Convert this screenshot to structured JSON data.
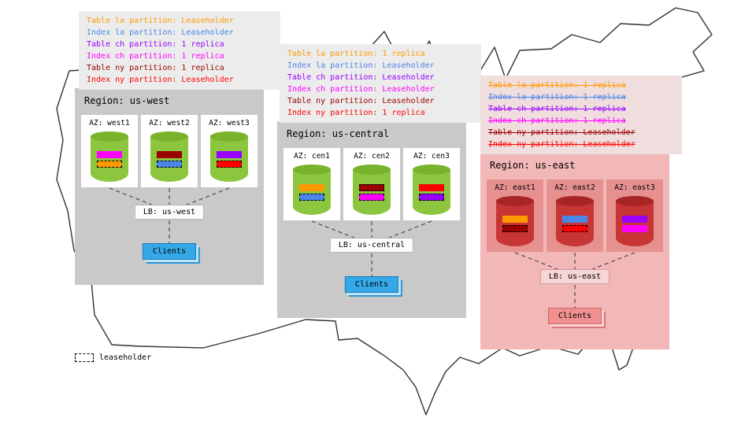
{
  "legend": {
    "label": "leaseholder"
  },
  "colors": {
    "orange": "#ff9900",
    "blue": "#4a86e8",
    "purple": "#9900ff",
    "magenta": "#ff00ff",
    "dark_red": "#990000",
    "red": "#ff0000",
    "west_central_region_bg": "#c9c9c9",
    "east_region_bg": "#f2b7b7",
    "clients_blue": "#35a8e8",
    "clients_pink": "#f09090",
    "cylinder_green": "#8cc63f",
    "cylinder_red": "#c73535"
  },
  "regions": [
    {
      "name": "us-west",
      "title": "Region: us-west",
      "strikethrough": false,
      "annotation_lines": [
        {
          "text": "Table la partition: Leaseholder",
          "color": "#ff9900"
        },
        {
          "text": "Index la partition: Leaseholder",
          "color": "#4a86e8"
        },
        {
          "text": "Table ch partition: 1 replica",
          "color": "#9900ff"
        },
        {
          "text": "Index ch partition: 1 replica",
          "color": "#ff00ff"
        },
        {
          "text": "Table ny partition: 1 replica",
          "color": "#990000"
        },
        {
          "text": "Index ny partition: Leaseholder",
          "color": "#ff0000"
        }
      ],
      "azs": [
        {
          "label": "AZ: west1",
          "bars": [
            {
              "color": "#ff00ff",
              "leaseholder": false
            },
            {
              "color": "#ff9900",
              "leaseholder": true
            }
          ]
        },
        {
          "label": "AZ: west2",
          "bars": [
            {
              "color": "#990000",
              "leaseholder": false
            },
            {
              "color": "#4a86e8",
              "leaseholder": true
            }
          ]
        },
        {
          "label": "AZ: west3",
          "bars": [
            {
              "color": "#9900ff",
              "leaseholder": false
            },
            {
              "color": "#ff0000",
              "leaseholder": true
            }
          ]
        }
      ],
      "lb_label": "LB: us-west",
      "clients_label": "Clients"
    },
    {
      "name": "us-central",
      "title": "Region: us-central",
      "strikethrough": false,
      "annotation_lines": [
        {
          "text": "Table la partition: 1 replica",
          "color": "#ff9900"
        },
        {
          "text": "Index la partition: Leaseholder",
          "color": "#4a86e8"
        },
        {
          "text": "Table ch partition: Leaseholder",
          "color": "#9900ff"
        },
        {
          "text": "Index ch partition: Leaseholder",
          "color": "#ff00ff"
        },
        {
          "text": "Table ny partition: Leaseholder",
          "color": "#990000"
        },
        {
          "text": "Index ny partition: 1 replica",
          "color": "#ff0000"
        }
      ],
      "azs": [
        {
          "label": "AZ: cen1",
          "bars": [
            {
              "color": "#ff9900",
              "leaseholder": false
            },
            {
              "color": "#4a86e8",
              "leaseholder": true
            }
          ]
        },
        {
          "label": "AZ: cen2",
          "bars": [
            {
              "color": "#990000",
              "leaseholder": true
            },
            {
              "color": "#ff00ff",
              "leaseholder": true
            }
          ]
        },
        {
          "label": "AZ: cen3",
          "bars": [
            {
              "color": "#ff0000",
              "leaseholder": false
            },
            {
              "color": "#9900ff",
              "leaseholder": true
            }
          ]
        }
      ],
      "lb_label": "LB: us-central",
      "clients_label": "Clients"
    },
    {
      "name": "us-east",
      "title": "Region: us-east",
      "strikethrough": true,
      "annotation_lines": [
        {
          "text": "Table la partition: 1 replica",
          "color": "#ff9900"
        },
        {
          "text": "Index la partition: 1 replica",
          "color": "#4a86e8"
        },
        {
          "text": "Table ch partition: 1 replica",
          "color": "#9900ff"
        },
        {
          "text": "Index ch partition: 1 replica",
          "color": "#ff00ff"
        },
        {
          "text": "Table ny partition: Leaseholder",
          "color": "#990000"
        },
        {
          "text": "Index ny partition: Leaseholder",
          "color": "#ff0000"
        }
      ],
      "azs": [
        {
          "label": "AZ: east1",
          "bars": [
            {
              "color": "#ff9900",
              "leaseholder": false
            },
            {
              "color": "#990000",
              "leaseholder": true
            }
          ]
        },
        {
          "label": "AZ: east2",
          "bars": [
            {
              "color": "#4a86e8",
              "leaseholder": false
            },
            {
              "color": "#ff0000",
              "leaseholder": true
            }
          ]
        },
        {
          "label": "AZ: east3",
          "bars": [
            {
              "color": "#9900ff",
              "leaseholder": false
            },
            {
              "color": "#ff00ff",
              "leaseholder": false
            }
          ]
        }
      ],
      "lb_label": "LB: us-east",
      "clients_label": "Clients"
    }
  ]
}
